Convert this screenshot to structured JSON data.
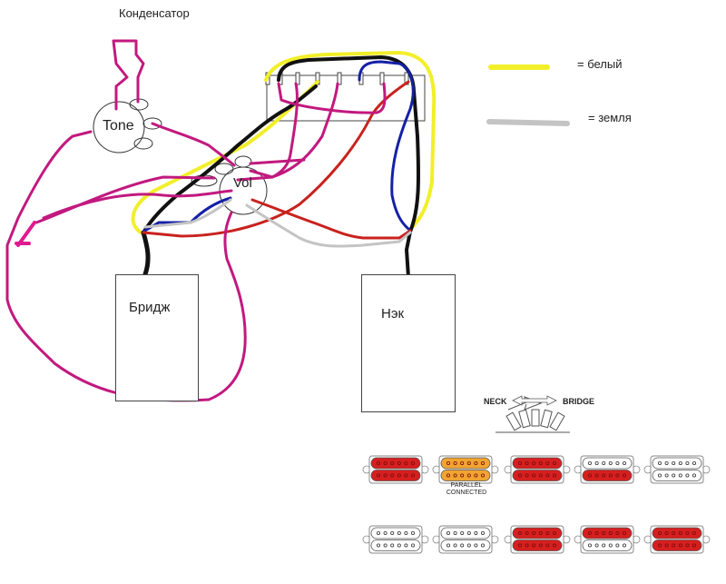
{
  "title_label": "Конденсатор",
  "legend": [
    {
      "color": "#f2ef2a",
      "label": "= белый"
    },
    {
      "color": "#c4c4c4",
      "label": "= земля"
    }
  ],
  "pots": {
    "tone": "Tone",
    "vol": "Vol"
  },
  "pickups": {
    "bridge": "Бридж",
    "neck": "Нэк"
  },
  "switch_ref": {
    "neck_label": "NECK",
    "bridge_label": "BRIDGE"
  },
  "wire_colors": {
    "magenta": "#c2197f",
    "black": "#111111",
    "yellow": "#f2ef2a",
    "blue": "#1520a6",
    "red": "#c8221e",
    "gray": "#c4c4c4"
  },
  "humbucker_states": {
    "row1": [
      {
        "top": "red",
        "bottom": "red"
      },
      {
        "top": "orange",
        "bottom": "orange",
        "caption_line1": "PARALLEL",
        "caption_line2": "CONNECTED"
      },
      {
        "top": "red",
        "bottom": "red"
      },
      {
        "top": "white",
        "bottom": "red"
      },
      {
        "top": "white",
        "bottom": "white"
      }
    ],
    "row2": [
      {
        "top": "white",
        "bottom": "white"
      },
      {
        "top": "white",
        "bottom": "white"
      },
      {
        "top": "red",
        "bottom": "red"
      },
      {
        "top": "red",
        "bottom": "white"
      },
      {
        "top": "red",
        "bottom": "red"
      }
    ]
  },
  "coil_colors": {
    "red": "#d61f1f",
    "orange": "#f0a431",
    "white": "#ffffff"
  }
}
